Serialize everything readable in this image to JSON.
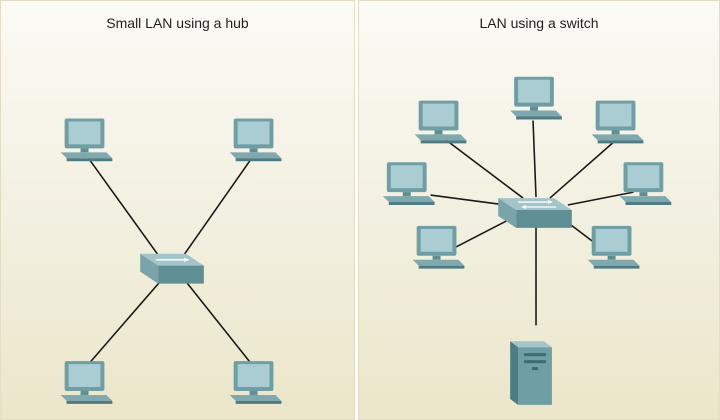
{
  "diagram": {
    "panels": [
      {
        "id": "hub",
        "title": "Small LAN using a hub",
        "device": "hub",
        "computers": 4,
        "servers": 0
      },
      {
        "id": "switch",
        "title": "LAN using a switch",
        "device": "switch",
        "computers": 7,
        "servers": 1
      }
    ]
  },
  "colors": {
    "device_top": "#9dbec2",
    "device_side": "#5f8f95",
    "screen": "#9ec5cb",
    "monitor_frame": "#6f9ea4",
    "link": "#1a1a1a"
  }
}
